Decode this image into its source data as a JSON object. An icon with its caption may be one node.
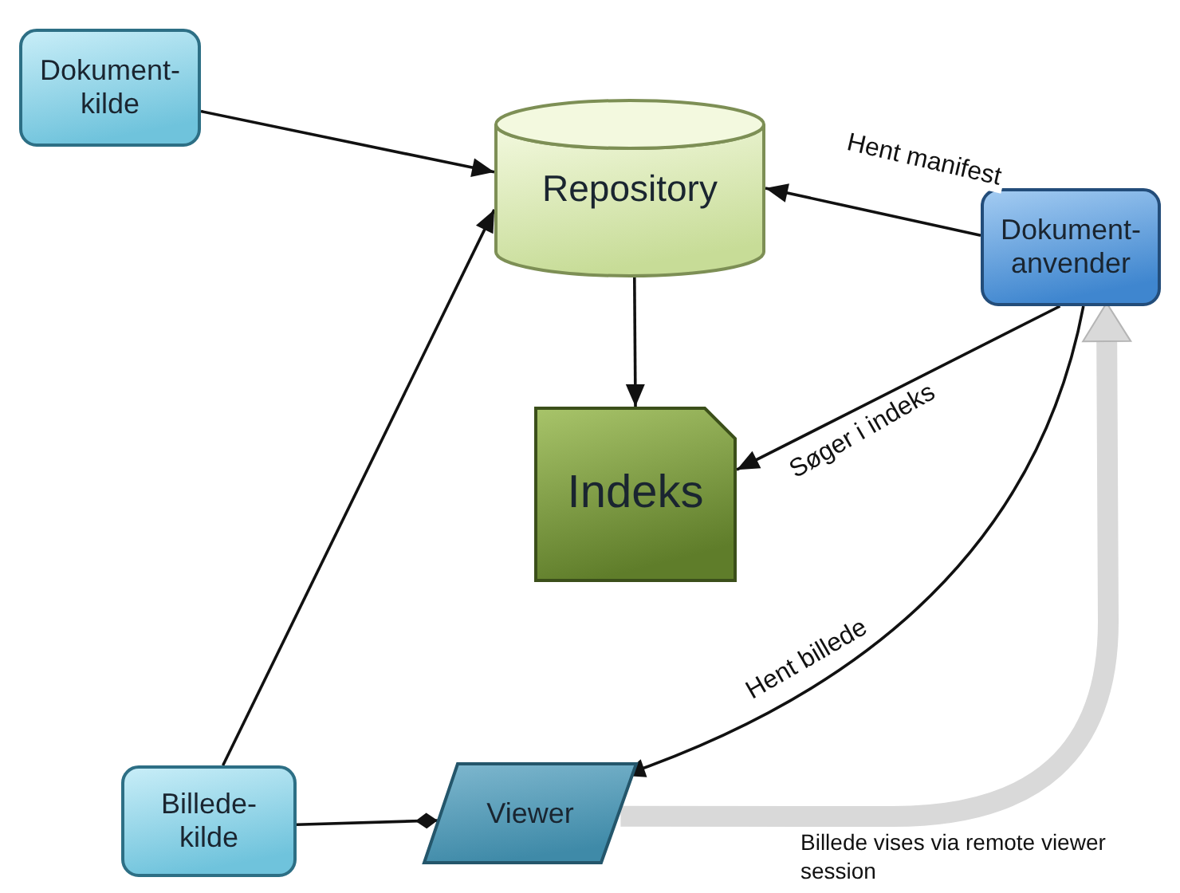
{
  "diagram": {
    "nodes": [
      {
        "text": [
          "Dokument- kilde"
        ]
      },
      {
        "text": [
          "Repository"
        ]
      },
      {
        "text": [
          "Dokument- anvender"
        ]
      },
      {
        "text": [
          "Indeks"
        ]
      },
      {
        "text": [
          "Billede- kilde"
        ]
      },
      {
        "text": [
          "Viewer"
        ]
      }
    ],
    "edges": [
      {
        "from": 0,
        "to": 1,
        "arrow": "to"
      },
      {
        "from": 2,
        "to": 1,
        "arrow": "to",
        "label": "Hent manifest"
      },
      {
        "from": 1,
        "to": 3,
        "arrow": "to"
      },
      {
        "from": 2,
        "to": 3,
        "arrow": "to",
        "label": "Søger i indeks"
      },
      {
        "from": 2,
        "to": 5,
        "arrow": "to",
        "label": "Hent billede"
      },
      {
        "from": 4,
        "to": 1,
        "arrow": "to"
      },
      {
        "from": 4,
        "to": 5,
        "arrow": "other"
      },
      {
        "from": 5,
        "to": 2,
        "arrow": "to",
        "label": "Billede vises via remote viewer session",
        "style": "thick",
        "color": "#d9d9d9"
      }
    ]
  }
}
